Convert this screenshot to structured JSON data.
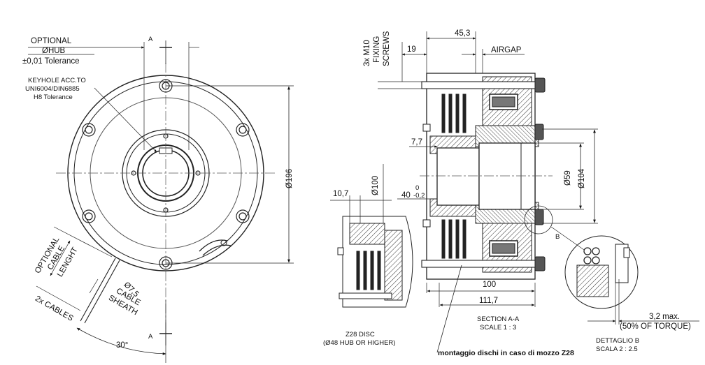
{
  "labels": {
    "optional": "OPTIONAL",
    "hub": "ØHUB",
    "tolerance": "±0,01 Tolerance",
    "keyhole_1": "KEYHOLE ACC.TO",
    "keyhole_2": "UNI6004/DIN6885",
    "keyhole_3": "H8 Tolerance",
    "section_mark_top": "A",
    "section_mark_bottom": "A",
    "dia196": "Ø196",
    "optional_cable_1": "OPTIONAL",
    "optional_cable_2": "CABLE",
    "optional_cable_3": "LENGHT",
    "cable_dia": "Ø7,5",
    "cable_1": "CABLE",
    "cable_2": "SHEATH",
    "two_cables": "2x CABLES",
    "angle": "30°",
    "screws_1": "3x M10",
    "screws_2": "FIXING",
    "screws_3": "SCREWS",
    "dim19": "19",
    "dim453": "45,3",
    "airgap": "AIRGAP",
    "dim77": "7,7",
    "dim107": "10,7",
    "dia100": "Ø100",
    "dim40": "40",
    "tol_upper": "0",
    "tol_lower": "-0,2",
    "dia59": "Ø59",
    "dia104": "Ø104",
    "dim100": "100",
    "dim1117": "111,7",
    "section_1": "SECTION A-A",
    "section_2": "SCALE 1 : 3",
    "z28_1": "Z28 DISC",
    "z28_2": "(Ø48 HUB OR HIGHER)",
    "montaggio": "montaggio dischi in caso di mozzo Z28",
    "dim32": "3,2 max.",
    "torque": "(50% OF TORQUE)",
    "detail_1": "DETTAGLIO B",
    "detail_2": "SCALA 2 : 2.5",
    "detail_marker": "B"
  }
}
